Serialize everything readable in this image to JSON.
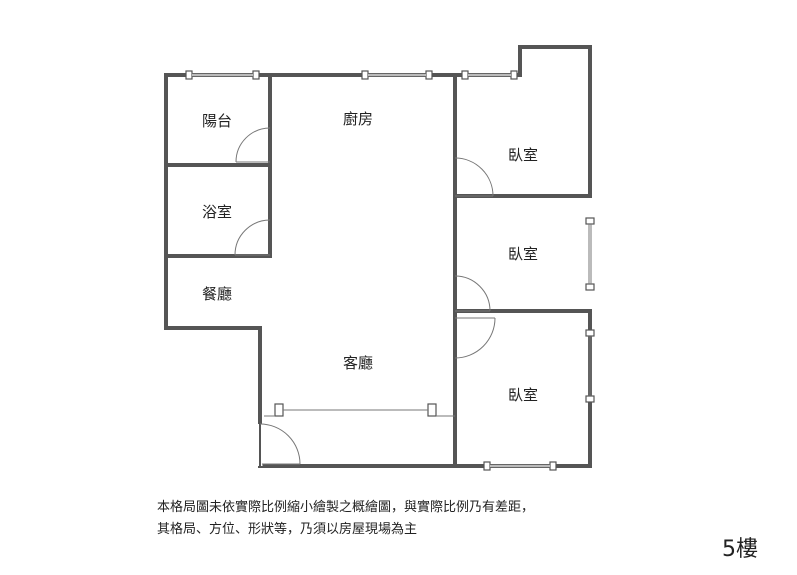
{
  "rooms": {
    "balcony": "陽台",
    "kitchen": "廚房",
    "bathroom": "浴室",
    "dining": "餐廳",
    "living": "客廳",
    "bedroom_1": "臥室",
    "bedroom_2": "臥室",
    "bedroom_3": "臥室"
  },
  "disclaimer": {
    "line1": "本格局圖未依實際比例縮小繪製之概繪圖，與實際比例乃有差距，",
    "line2": "其格局、方位、形狀等，乃須以房屋現場為主"
  },
  "floor_label": "5樓"
}
